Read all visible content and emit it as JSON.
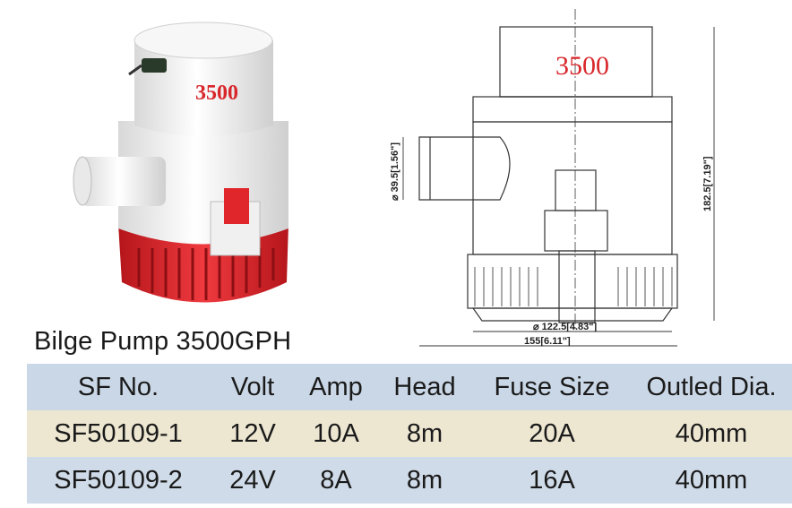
{
  "product": {
    "title": "Bilge Pump 3500GPH",
    "body_label": "3500",
    "drawing_label": "3500",
    "colors": {
      "body": "#f2f2f2",
      "base": "#e0262b",
      "accent": "#e0262b"
    }
  },
  "dimensions": {
    "outlet_dia": "⌀ 39.5[1.56\"]",
    "height": "182.5[7.19\"]",
    "base_dia": "⌀ 122.5[4.83\"]",
    "width": "155[6.11\"]"
  },
  "table": {
    "headers": [
      "SF No.",
      "Volt",
      "Amp",
      "Head",
      "Fuse Size",
      "Outled Dia."
    ],
    "rows": [
      [
        "SF50109-1",
        "12V",
        "10A",
        "8m",
        "20A",
        "40mm"
      ],
      [
        "SF50109-2",
        "24V",
        "8A",
        "8m",
        "16A",
        "40mm"
      ]
    ]
  }
}
